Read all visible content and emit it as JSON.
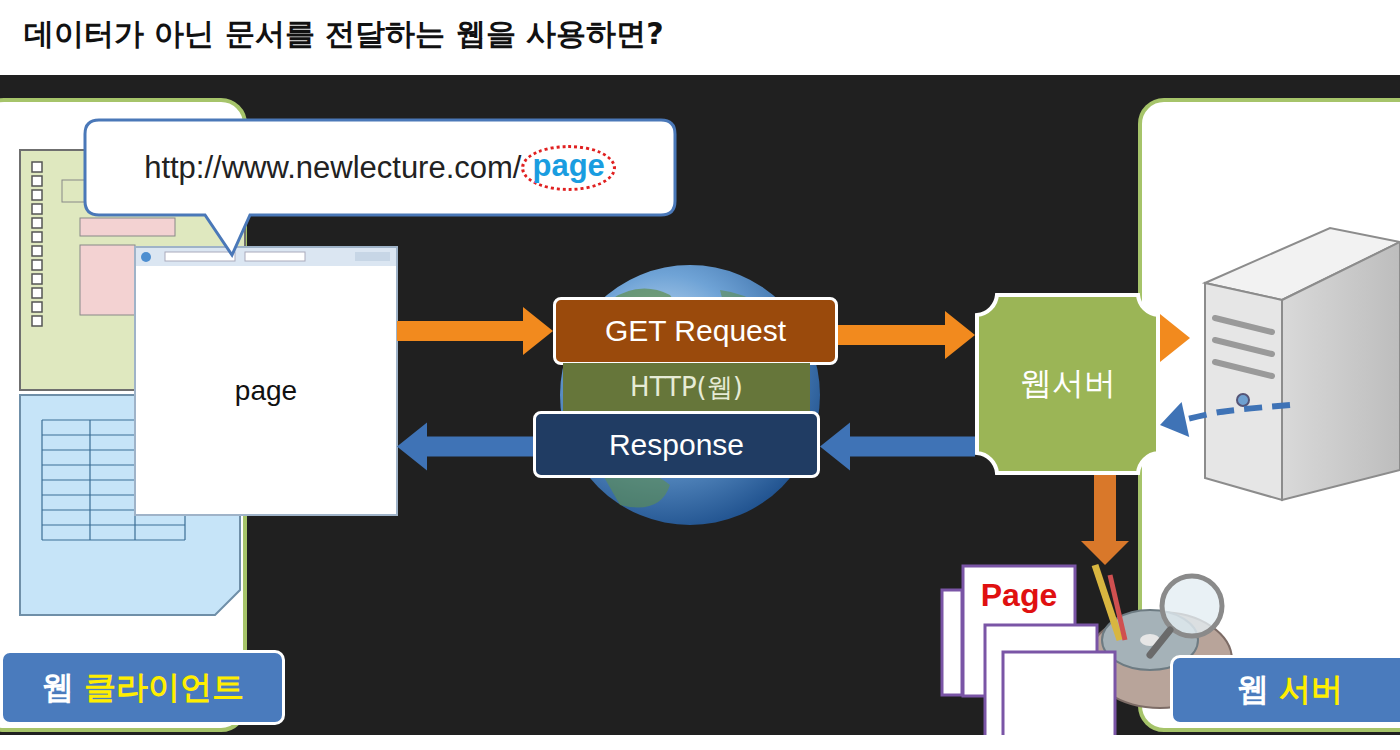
{
  "diagram": {
    "title": "데이터가 아닌 문서를 전달하는 웹을 사용하면?",
    "nodes": [
      {
        "text": [
          "웹",
          "클라이언트"
        ]
      },
      {
        "text": [
          "page"
        ]
      },
      {
        "text": [
          "http://www.newlecture.com/",
          "page"
        ]
      },
      {
        "text": [
          "GET Request"
        ]
      },
      {
        "text": [
          "HTTP(웹)"
        ]
      },
      {
        "text": [
          "Response"
        ]
      },
      {
        "text": [
          "웹서버"
        ]
      },
      {
        "text": [
          "웹",
          "서버"
        ]
      },
      {
        "text": [
          "Page"
        ]
      }
    ],
    "edges": [
      {
        "from": 1,
        "to": 3,
        "arrow": "to"
      },
      {
        "from": 3,
        "to": 6,
        "arrow": "to"
      },
      {
        "from": 6,
        "to": 7,
        "arrow": "to"
      },
      {
        "from": 7,
        "to": 6,
        "arrow": "to"
      },
      {
        "from": 6,
        "to": 5,
        "arrow": "to"
      },
      {
        "from": 5,
        "to": 1,
        "arrow": "to"
      },
      {
        "from": 6,
        "to": 8,
        "arrow": "to"
      }
    ]
  }
}
